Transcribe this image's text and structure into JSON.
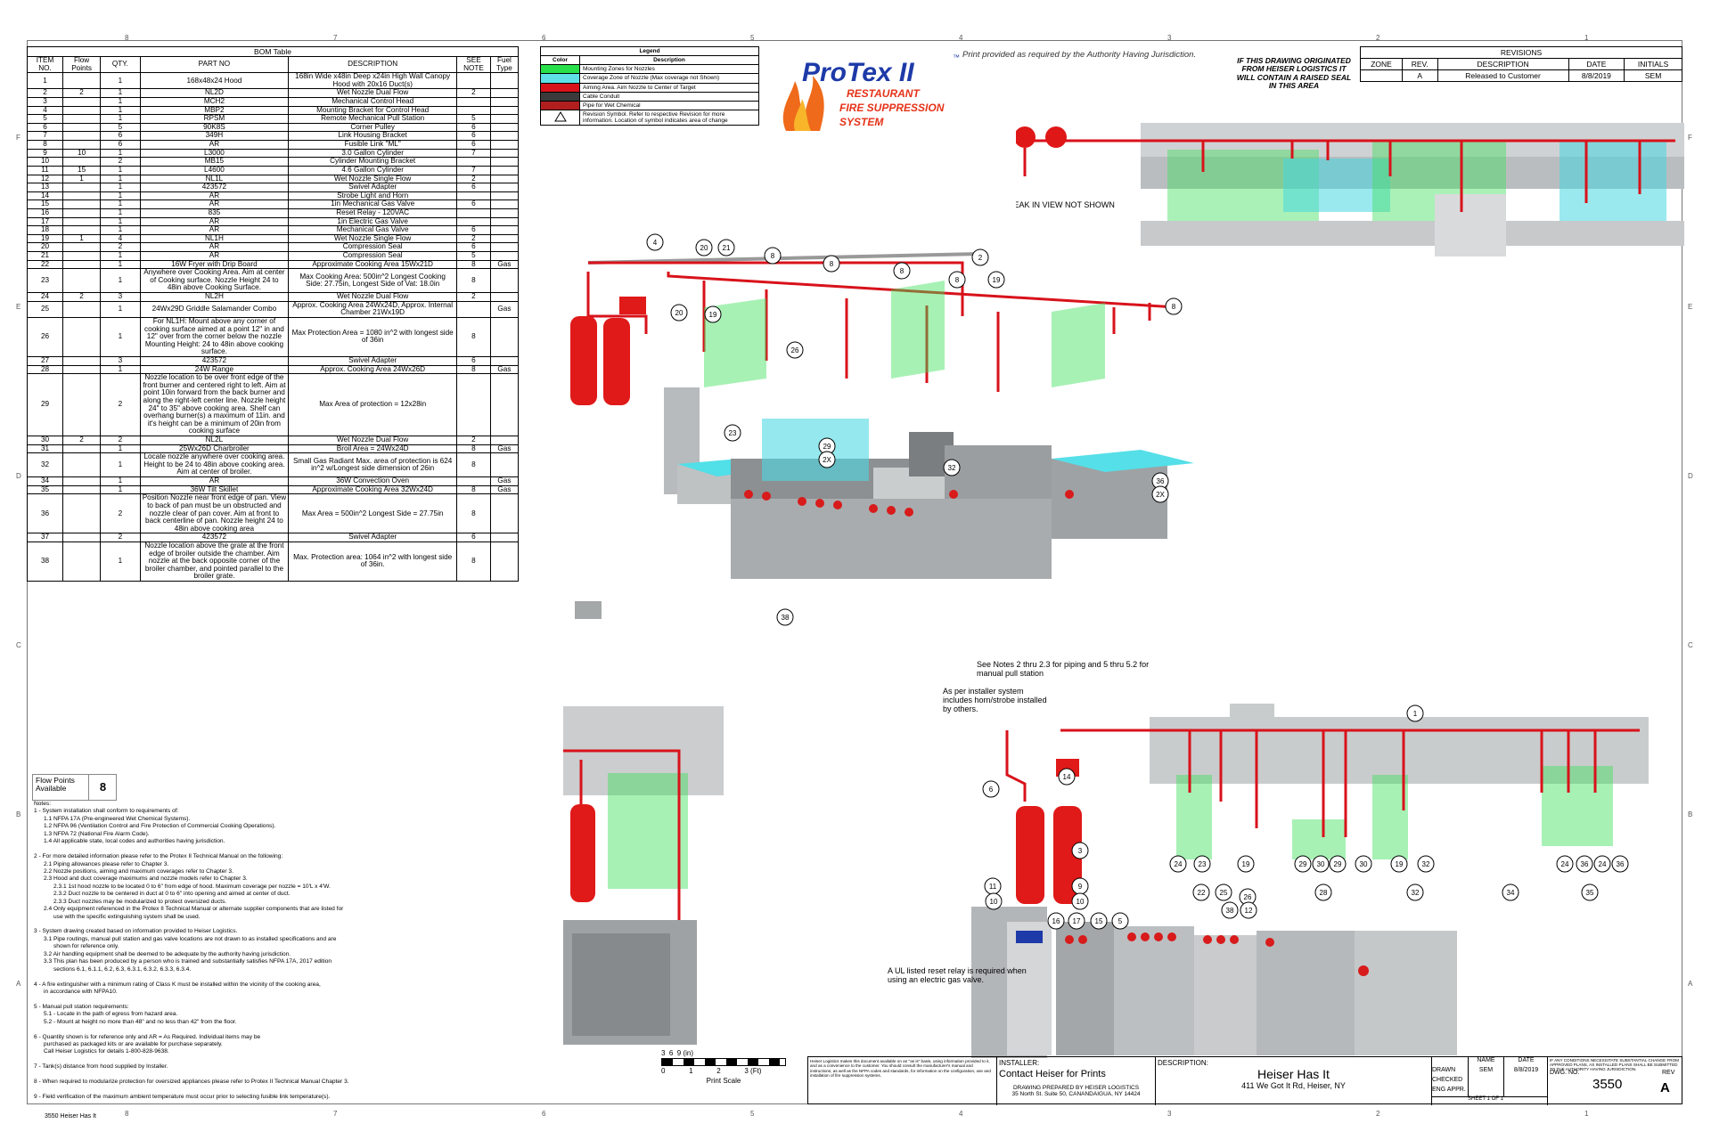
{
  "zones_top": [
    "8",
    "7",
    "6",
    "5",
    "4",
    "3",
    "2",
    "1"
  ],
  "zones_side": [
    "F",
    "E",
    "D",
    "C",
    "B",
    "A"
  ],
  "bom": {
    "title": "BOM Table",
    "headers": [
      "ITEM NO.",
      "Flow Points",
      "QTY.",
      "PART NO",
      "DESCRIPTION",
      "SEE NOTE",
      "Fuel Type"
    ],
    "rows": [
      [
        "1",
        "",
        "1",
        "168x48x24 Hood",
        "168in Wide x48in Deep x24in High Wall Canopy Hood with 20x16 Duct(s)",
        "",
        ""
      ],
      [
        "2",
        "2",
        "1",
        "NL2D",
        "Wet Nozzle Dual Flow",
        "2",
        ""
      ],
      [
        "3",
        "",
        "1",
        "MCH2",
        "Mechanical Control Head",
        "",
        ""
      ],
      [
        "4",
        "",
        "1",
        "MBP2",
        "Mounting Bracket for Control Head",
        "",
        ""
      ],
      [
        "5",
        "",
        "1",
        "RPSM",
        "Remote Mechanical Pull Station",
        "5",
        ""
      ],
      [
        "6",
        "",
        "5",
        "90K8S",
        "Corner Pulley",
        "6",
        ""
      ],
      [
        "7",
        "",
        "6",
        "349H",
        "Link Housing Bracket",
        "6",
        ""
      ],
      [
        "8",
        "",
        "6",
        "AR",
        "Fusible Link \"ML\"",
        "6",
        ""
      ],
      [
        "9",
        "10",
        "1",
        "L3000",
        "3.0 Gallon Cylinder",
        "7",
        ""
      ],
      [
        "10",
        "",
        "2",
        "MB15",
        "Cylinder Mounting Bracket",
        "",
        ""
      ],
      [
        "11",
        "15",
        "1",
        "L4600",
        "4.6 Gallon Cylinder",
        "7",
        ""
      ],
      [
        "12",
        "1",
        "1",
        "NL1L",
        "Wet Nozzle Single Flow",
        "2",
        ""
      ],
      [
        "13",
        "",
        "1",
        "423572",
        "Swivel Adapter",
        "6",
        ""
      ],
      [
        "14",
        "",
        "1",
        "AR",
        "Strobe Light and Horn",
        "",
        ""
      ],
      [
        "15",
        "",
        "1",
        "AR",
        "1in Mechanical Gas Valve",
        "6",
        ""
      ],
      [
        "16",
        "",
        "1",
        "835",
        "Reset Relay - 120VAC",
        "",
        ""
      ],
      [
        "17",
        "",
        "1",
        "AR",
        "1in Electric Gas Valve",
        "",
        ""
      ],
      [
        "18",
        "",
        "1",
        "AR",
        "Mechanical Gas Valve",
        "6",
        ""
      ],
      [
        "19",
        "1",
        "4",
        "NL1H",
        "Wet Nozzle Single Flow",
        "2",
        ""
      ],
      [
        "20",
        "",
        "2",
        "AR",
        "Compression Seal",
        "6",
        ""
      ],
      [
        "21",
        "",
        "1",
        "AR",
        "Compression Seal",
        "5",
        ""
      ],
      [
        "22",
        "",
        "1",
        "16W Fryer with Drip Board",
        "Approximate Cooking Area 15Wx21D",
        "8",
        "Gas"
      ],
      [
        "23",
        "",
        "1",
        "Anywhere over Cooking Area. Aim at center of Cooking surface. Nozzle Height 24 to 48in above Cooking Surface.",
        "Max Cooking Area: 500in^2 Longest Cooking Side: 27.75in, Longest Side of Vat: 18.0in",
        "8",
        ""
      ],
      [
        "24",
        "2",
        "3",
        "NL2H",
        "Wet Nozzle Dual Flow",
        "2",
        ""
      ],
      [
        "25",
        "",
        "1",
        "24Wx29D Griddle Salamander Combo",
        "Approx. Cooking Area 24Wx24D, Approx. Internal Chamber 21Wx19D",
        "",
        "Gas"
      ],
      [
        "26",
        "",
        "1",
        "For NL1H: Mount above any corner of cooking surface aimed at a point 12\" in and 12\" over from the corner below the nozzle Mounting Height: 24 to 48in above cooking surface.",
        "Max Protection Area = 1080 in^2 with longest side of 36in",
        "8",
        ""
      ],
      [
        "27",
        "",
        "3",
        "423572",
        "Swivel Adapter",
        "6",
        ""
      ],
      [
        "28",
        "",
        "1",
        "24W Range",
        "Approx. Cooking Area 24Wx26D",
        "8",
        "Gas"
      ],
      [
        "29",
        "",
        "2",
        "Nozzle location to be over front edge of the front burner and centered right to left. Aim at point 10in forward from the back burner and along the right-left center line. Nozzle height 24\" to 35\" above cooking area. Shelf can overhang burner(s) a maximum of 11in. and it's height can be a minimum of 20in from cooking surface",
        "Max Area of protection = 12x28in",
        "",
        ""
      ],
      [
        "30",
        "2",
        "2",
        "NL2L",
        "Wet Nozzle Dual Flow",
        "2",
        ""
      ],
      [
        "31",
        "",
        "1",
        "25Wx26D Charbroiler",
        "Broil Area = 24Wx24D",
        "8",
        "Gas"
      ],
      [
        "32",
        "",
        "1",
        "Locate nozzle anywhere over cooking area. Height to be 24 to 48in above cooking area. Aim at center of broiler.",
        "Small Gas Radiant Max. area of protection is 624 in^2 w/Longest side dimension of 26in",
        "8",
        ""
      ],
      [
        "34",
        "",
        "1",
        "AR",
        "36W Convection Oven",
        "",
        "Gas"
      ],
      [
        "35",
        "",
        "1",
        "36W Tilt Skillet",
        "Approximate Cooking Area 32Wx24D",
        "8",
        "Gas"
      ],
      [
        "36",
        "",
        "2",
        "Position Nozzle near front edge of pan. View to back of pan must be un obstructed and nozzle clear of pan cover. Aim at front to back centerline of pan. Nozzle height 24 to 48in above cooking area",
        "Max Area = 500in^2 Longest Side = 27.75in",
        "8",
        ""
      ],
      [
        "37",
        "",
        "2",
        "423572",
        "Swivel Adapter",
        "6",
        ""
      ],
      [
        "38",
        "",
        "1",
        "Nozzle location above the grate at the front edge of broiler outside the chamber. Aim nozzle at the back opposite corner of the broiler chamber, and pointed parallel to the broiler grate.",
        "Max. Protection area: 1064 in^2 with longest side of 36in.",
        "8",
        ""
      ]
    ]
  },
  "legend": {
    "title": "Legend",
    "col_color": "Color",
    "col_desc": "Description",
    "rows": [
      {
        "color": "#28e04a",
        "desc": "Mounting Zones for Nozzles"
      },
      {
        "color": "#5fe0e6",
        "desc": "Coverage Zone of Nozzle (Max coverage not Shown)"
      },
      {
        "color": "#d8121b",
        "desc": "Aiming Area. Aim Nozzle to Center of Target"
      },
      {
        "color": "#3a3a3a",
        "desc": "Cable Conduit"
      },
      {
        "color": "#b11e1e",
        "desc": "Pipe for Wet Chemical"
      },
      {
        "color": "",
        "symbol": "A",
        "desc": "Revision Symbol. Refer to respective Revision for more information. Location of symbol indicates area of change"
      }
    ]
  },
  "logo": {
    "brand": "ProTex II",
    "line1": "RESTAURANT",
    "line2": "FIRE SUPPRESSION",
    "line3": "SYSTEM",
    "tm": "™"
  },
  "print_note": "Print provided as required by the Authority Having Jurisdiction.",
  "warning": "IF THIS DRAWING ORIGINATED FROM HEISER LOGISTICS IT WILL CONTAIN A RAISED SEAL IN THIS AREA",
  "revisions": {
    "title": "REVISIONS",
    "headers": [
      "ZONE",
      "REV.",
      "DESCRIPTION",
      "DATE",
      "INITIALS"
    ],
    "rows": [
      [
        "",
        "A",
        "Released to Customer",
        "8/8/2019",
        "SEM"
      ]
    ]
  },
  "break_note": "BREAK IN VIEW NOT SHOWN",
  "callouts_main": [
    "4",
    "20",
    "21",
    "8",
    "8",
    "8",
    "2",
    "8",
    "19",
    "20",
    "19",
    "8",
    "26",
    "23",
    "29",
    "2X",
    "32",
    "36",
    "2X",
    "38"
  ],
  "callouts_front": [
    "1",
    "6",
    "14",
    "3",
    "11",
    "9",
    "10",
    "10",
    "24",
    "23",
    "19",
    "26",
    "29",
    "30",
    "29",
    "30",
    "19",
    "32",
    "24",
    "36",
    "24",
    "36",
    "22",
    "25",
    "38",
    "12",
    "28",
    "32",
    "34",
    "35",
    "16",
    "17",
    "15",
    "5"
  ],
  "annotations": {
    "see_notes": "See Notes 2 thru 2.3 for piping and 5 thru 5.2 for manual pull station",
    "installer": "As per installer system includes horn/strobe installed by others.",
    "relay": "A UL listed reset relay is required when using an electric gas valve."
  },
  "flow_points": {
    "label": "Flow Points Available",
    "value": "8"
  },
  "notes": [
    "Notes:",
    "1 - System installation shall conform to requirements of:",
    "      1.1 NFPA 17A (Pre-engineered Wet Chemical Systems).",
    "      1.2 NFPA 96 (Ventilation Control and Fire Protection of Commercial Cooking Operations).",
    "      1.3 NFPA 72 (National Fire Alarm Code).",
    "      1.4 All applicable state, local codes and authorities having jurisdiction.",
    "",
    "2 - For more detailed information please refer to the Protex II Technical Manual on the following:",
    "      2.1 Piping allowances please refer to Chapter 3.",
    "      2.2 Nozzle positions, aiming and maximum coverages refer to Chapter 3.",
    "      2.3 Hood and duct coverage maximums and nozzle models refer to Chapter 3.",
    "            2.3.1 1st hood nozzle to be located 0 to 6\" from edge of hood. Maximum coverage per nozzle = 10'L x 4'W.",
    "            2.3.2 Duct nozzle to be centered in duct at 0 to 6\" into opening and aimed at center of duct.",
    "            2.3.3 Duct nozzles may be modularized to protect oversized ducts.",
    "      2.4 Only equipment referenced in the Protex II Technical Manual or alternate supplier components that are listed for",
    "            use with the specific extinguishing system shall be used.",
    "",
    "3 - System drawing created based on information provided to Heiser Logistics.",
    "      3.1 Pipe routings, manual pull station and gas valve locations are not drawn to as installed specifications and are",
    "            shown for reference only.",
    "      3.2 Air handling equipment shall be deemed to be adequate by the authority having jurisdiction.",
    "      3.3 This plan has been produced by a person who is trained and substantially satisfies NFPA 17A, 2017 edition",
    "            sections 6.1, 6.1.1, 6.2, 6.3, 6.3.1, 6.3.2, 6.3.3, 6.3.4.",
    "",
    "4 - A fire extinguisher with a minimum rating of Class K must be installed within the vicinity of the cooking area,",
    "      in accordance with NFPA10.",
    "",
    "5 - Manual pull station requirements:",
    "      5.1 - Locate in the path of egress from hazard area.",
    "      5.2 - Mount at height no more than 48\" and no less than 42\" from the floor.",
    "",
    "6 - Quantity shown is for reference only and AR = As Required. Individual items may be",
    "      purchased as packaged kits or are available for purchase separately.",
    "      Call Heiser Logistics for details 1-800-828-9638.",
    "",
    "7 - Tank(s) distance from hood supplied by Installer.",
    "",
    "8 - When required to modularize protection for oversized appliances please refer to Protex II Technical Manual Chapter 3.",
    "",
    "9 - Field verification of the maximum ambient temperature must occur prior to selecting fusible link temperature(s)."
  ],
  "scale": {
    "top": "3  6  9 (in)",
    "bottom": "0            1            2            3 (Ft)",
    "label": "Print Scale"
  },
  "bottom_left": "3550 Heiser Has It",
  "title_block": {
    "disclaimer": "Heiser Logistics makes this document available on an \"as is\" basis, using information provided to it, and as a convenience to the customer. You should consult the manufacturer's manual and instructions, as well as the NFPA codes and standards, for information on the configuration, use and installation of fire suppression systems.",
    "installer_label": "INSTALLER:",
    "installer": "Contact Heiser for Prints",
    "prepared": "DRAWING PREPARED BY HEISER LOGISTICS",
    "address_hl": "35 North St. Suite 50, CANANDAIGUA, NY 14424",
    "desc_label": "DESCRIPTION:",
    "project": "Heiser Has It",
    "address": "411 We Got It Rd, Heiser, NY",
    "name_h": "NAME",
    "date_h": "DATE",
    "drawn": "DRAWN",
    "drawn_name": "SEM",
    "drawn_date": "8/8/2019",
    "checked": "CHECKED",
    "eng": "ENG APPR.",
    "dwg_label": "DWG. NO.",
    "dwg_no": "3550",
    "rev_label": "REV",
    "rev": "A",
    "sheet": "SHEET 1 OF 1",
    "approval_note": "IF ANY CONDITIONS NECESSITATE SUBSTANTIAL CHANGE FROM APPROVED PLANS, AS INSTALLED PLANS SHALL BE SUBMITTED TO THE AUTHORITY HAVING JURISDICTION."
  }
}
